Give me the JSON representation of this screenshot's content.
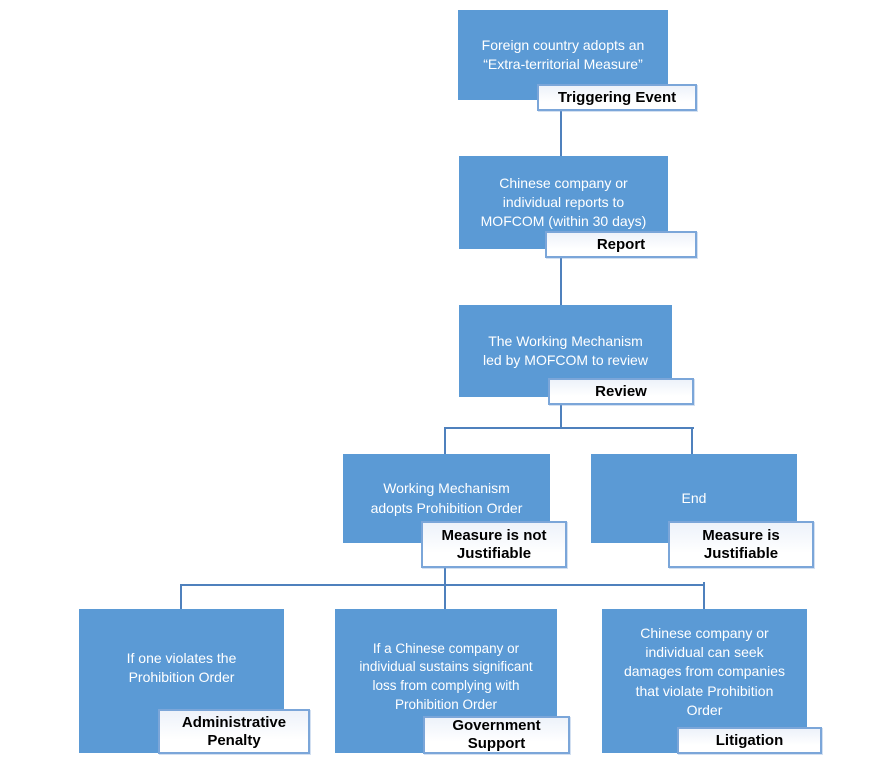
{
  "colors": {
    "box_fill": "#5b9ad5",
    "box_text": "#ffffff",
    "connector": "#4f81bd",
    "label_border": "#7ba6d9",
    "label_bg_top": "#edf2fa",
    "label_bg_bottom": "#ffffff",
    "label_text": "#000000",
    "background": "#ffffff"
  },
  "nodes": [
    {
      "id": "triggering-event",
      "text": "Foreign country adopts an\n“Extra-territorial Measure”",
      "label": "Triggering Event"
    },
    {
      "id": "report",
      "text": "Chinese company or\nindividual reports to\nMOFCOM (within 30 days)",
      "label": "Report"
    },
    {
      "id": "review",
      "text": "The Working Mechanism\nled by MOFCOM to review",
      "label": "Review"
    },
    {
      "id": "prohibition-order",
      "text": "Working Mechanism\nadopts Prohibition Order",
      "label": "Measure is not\nJustifiable"
    },
    {
      "id": "end",
      "text": "End",
      "label": "Measure is\nJustifiable"
    },
    {
      "id": "administrative-penalty",
      "text": "If one violates the\nProhibition Order",
      "label": "Administrative\nPenalty"
    },
    {
      "id": "government-support",
      "text": "If a Chinese company or\nindividual sustains significant\nloss from complying with\nProhibition Order",
      "label": "Government\nSupport"
    },
    {
      "id": "litigation",
      "text": "Chinese company or\nindividual can seek\ndamages from companies\nthat violate Prohibition\nOrder",
      "label": "Litigation"
    }
  ]
}
